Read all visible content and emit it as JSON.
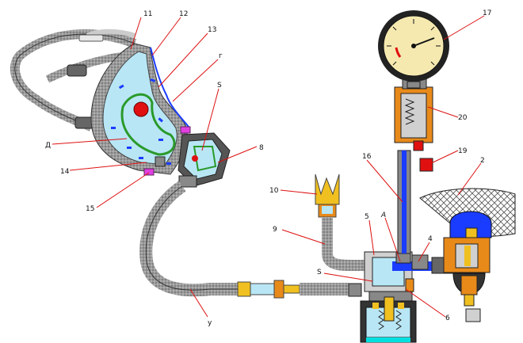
{
  "labels": {
    "l11": "11",
    "l12": "12",
    "l13": "13",
    "lG": "г",
    "lS_top": "S",
    "lD": "Д",
    "l14": "14",
    "l15": "15",
    "l8": "8",
    "l10": "10",
    "l9": "9",
    "lV": "у",
    "l17": "17",
    "l20": "20",
    "l19": "19",
    "l16": "16",
    "l2": "2",
    "l5": "5",
    "lA": "А",
    "l4": "4",
    "lS_mid": "S",
    "l6": "6"
  },
  "colors": {
    "hose": "#8c8c8c",
    "mask": "#b8e6f5",
    "brass": "#f0c020",
    "blue": "#1a3cff",
    "orange": "#e88a1a",
    "red": "#e01010",
    "green": "#2a9a2a",
    "magenta": "#e040e0",
    "leader": "#d11111"
  }
}
